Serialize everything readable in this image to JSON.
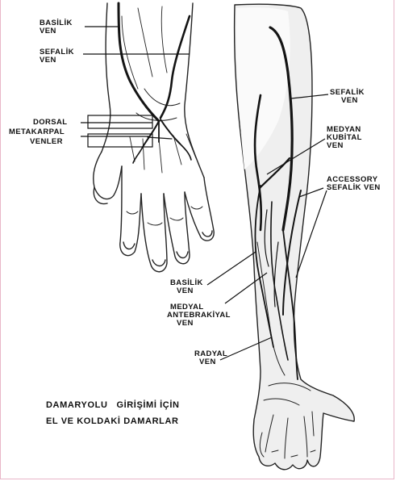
{
  "hand_labels": {
    "basilik": [
      "BASİLİK",
      "VEN"
    ],
    "sefalik": [
      "SEFALİK",
      "VEN"
    ],
    "dorsal": [
      "DORSAL",
      "METAKARPAL",
      "VENLER"
    ]
  },
  "arm_labels": {
    "sefalik": [
      "SEFALİK",
      "VEN"
    ],
    "medyan_kubital": [
      "MEDYAN",
      "KUBİTAL",
      "VEN"
    ],
    "accessory_sefalik": [
      "ACCESSORY",
      "SEFALİK VEN"
    ],
    "basilik": [
      "BASİLİK",
      "VEN"
    ],
    "medyal_antebrakiyal": [
      "MEDYAL",
      "ANTEBRAKİYAL",
      "VEN"
    ],
    "radyal": [
      "RADYAL",
      "VEN"
    ]
  },
  "caption": [
    "DAMARYOLU   GİRİŞİMİ İÇİN",
    "EL VE KOLDAKİ DAMARLAR"
  ],
  "colors": {
    "vein": "#141414",
    "outline": "#222222",
    "arm_fill": "#efefef",
    "border": "#e8b6c8"
  }
}
